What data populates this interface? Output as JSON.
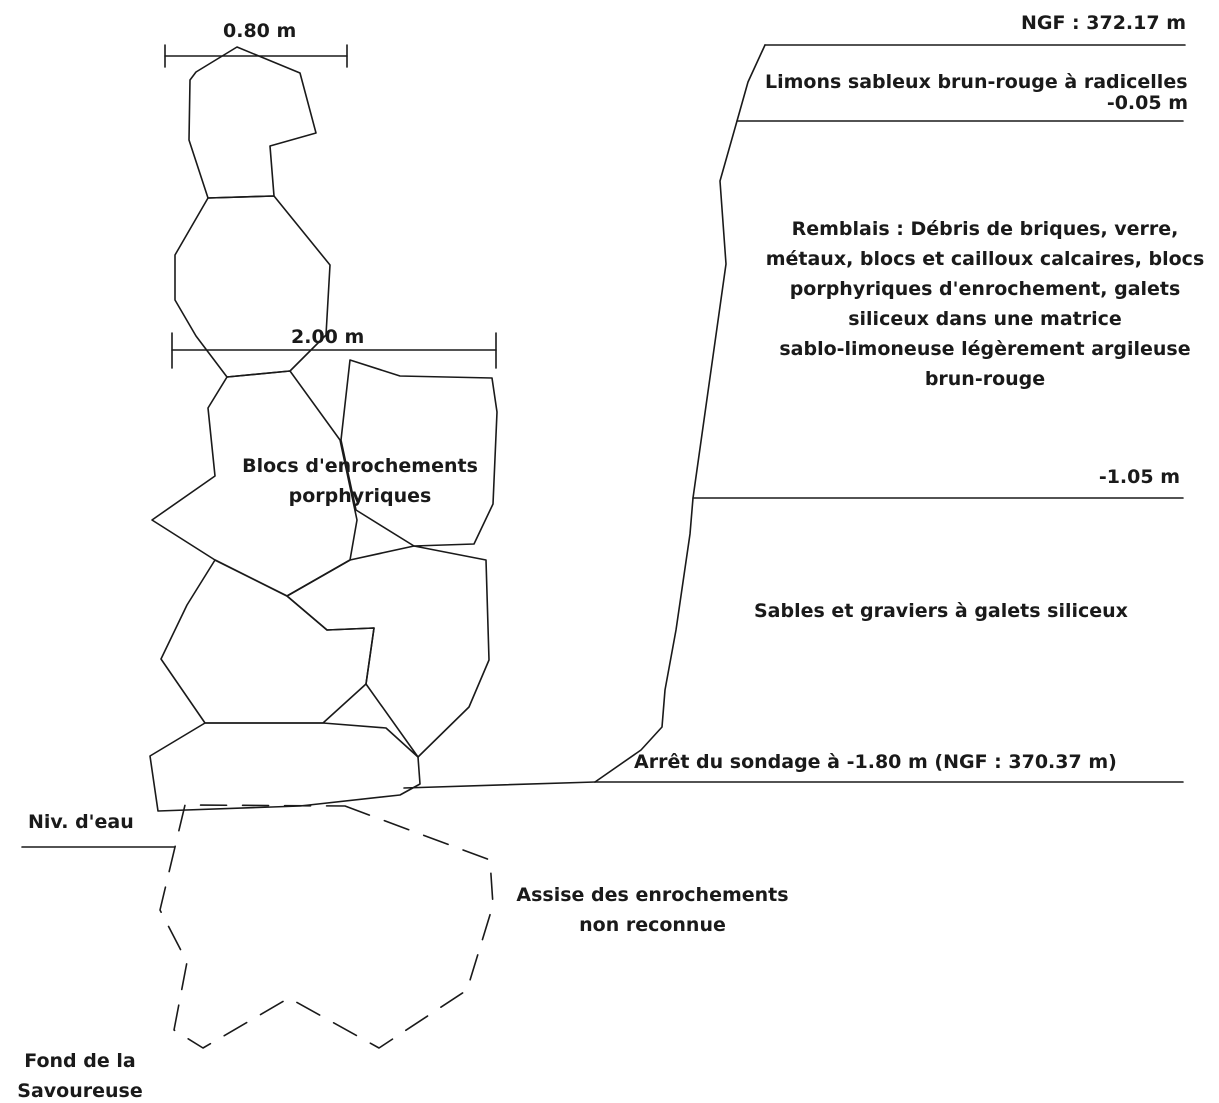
{
  "dimensions": {
    "top_width": "0.80 m",
    "mid_width": "2.00 m"
  },
  "blocks": {
    "label_line1": "Blocs d'enrochements",
    "label_line2": "porphyriques"
  },
  "water": {
    "label": "Niv. d'eau"
  },
  "river": {
    "line1": "Fond de la",
    "line2": "Savoureuse"
  },
  "foundation": {
    "line1": "Assise des enrochements",
    "line2": "non reconnue"
  },
  "log": {
    "top_level": "NGF : 372.17 m",
    "layer1": "Limons sableux brun-rouge à radicelles",
    "depth1": "-0.05 m",
    "layer2": [
      "Remblais : Débris de briques, verre,",
      "métaux, blocs et cailloux calcaires, blocs",
      "porphyriques d'enrochement, galets",
      "siliceux dans une matrice",
      "sablo-limoneuse légèrement argileuse",
      "brun-rouge"
    ],
    "depth2": "-1.05 m",
    "layer3": "Sables et graviers à galets siliceux",
    "end": "Arrêt du sondage à -1.80 m (NGF : 370.37 m)"
  },
  "colors": {
    "stroke": "#1a1a1a"
  }
}
